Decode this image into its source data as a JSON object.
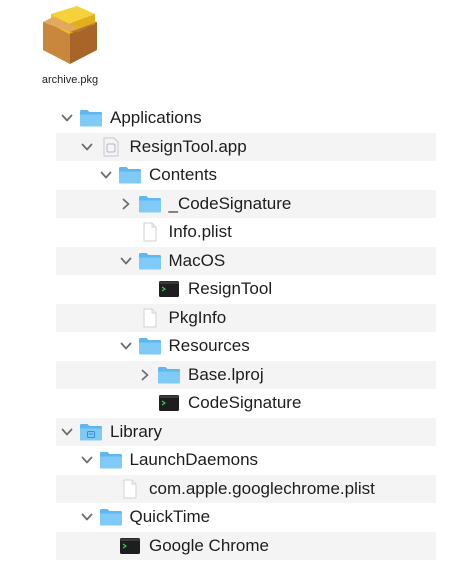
{
  "package": {
    "name": "archive.pkg",
    "icon": "package-box-icon"
  },
  "tree": [
    {
      "label": "Applications",
      "depth": 0,
      "expanded": true,
      "type": "folder",
      "icon": "folder-icon"
    },
    {
      "label": "ResignTool.app",
      "depth": 1,
      "expanded": true,
      "type": "app",
      "icon": "app-bundle-icon"
    },
    {
      "label": "Contents",
      "depth": 2,
      "expanded": true,
      "type": "folder",
      "icon": "folder-icon"
    },
    {
      "label": "_CodeSignature",
      "depth": 3,
      "expanded": false,
      "type": "folder",
      "icon": "folder-icon"
    },
    {
      "label": "Info.plist",
      "depth": 3,
      "expanded": null,
      "type": "file",
      "icon": "document-icon"
    },
    {
      "label": "MacOS",
      "depth": 3,
      "expanded": true,
      "type": "folder",
      "icon": "folder-icon"
    },
    {
      "label": "ResignTool",
      "depth": 4,
      "expanded": null,
      "type": "exec",
      "icon": "terminal-exec-icon"
    },
    {
      "label": "PkgInfo",
      "depth": 3,
      "expanded": null,
      "type": "file",
      "icon": "document-icon"
    },
    {
      "label": "Resources",
      "depth": 3,
      "expanded": true,
      "type": "folder",
      "icon": "folder-icon"
    },
    {
      "label": "Base.lproj",
      "depth": 4,
      "expanded": false,
      "type": "folder",
      "icon": "folder-icon"
    },
    {
      "label": "CodeSignature",
      "depth": 4,
      "expanded": null,
      "type": "exec",
      "icon": "terminal-exec-icon"
    },
    {
      "label": "Library",
      "depth": 0,
      "expanded": true,
      "type": "folder-lib",
      "icon": "library-folder-icon"
    },
    {
      "label": "LaunchDaemons",
      "depth": 1,
      "expanded": true,
      "type": "folder",
      "icon": "folder-icon"
    },
    {
      "label": "com.apple.googlechrome.plist",
      "depth": 2,
      "expanded": null,
      "type": "file",
      "icon": "document-icon"
    },
    {
      "label": "QuickTime",
      "depth": 1,
      "expanded": true,
      "type": "folder",
      "icon": "folder-icon"
    },
    {
      "label": "Google Chrome",
      "depth": 2,
      "expanded": null,
      "type": "exec",
      "icon": "terminal-exec-icon"
    }
  ],
  "colors": {
    "folder": "#5fb7ef",
    "folder_tab": "#7fcaf6",
    "row_alt": "#f4f4f5",
    "chevron": "#6e6e73",
    "exec_bg": "#1e1e1e",
    "package": "#c8873c"
  }
}
